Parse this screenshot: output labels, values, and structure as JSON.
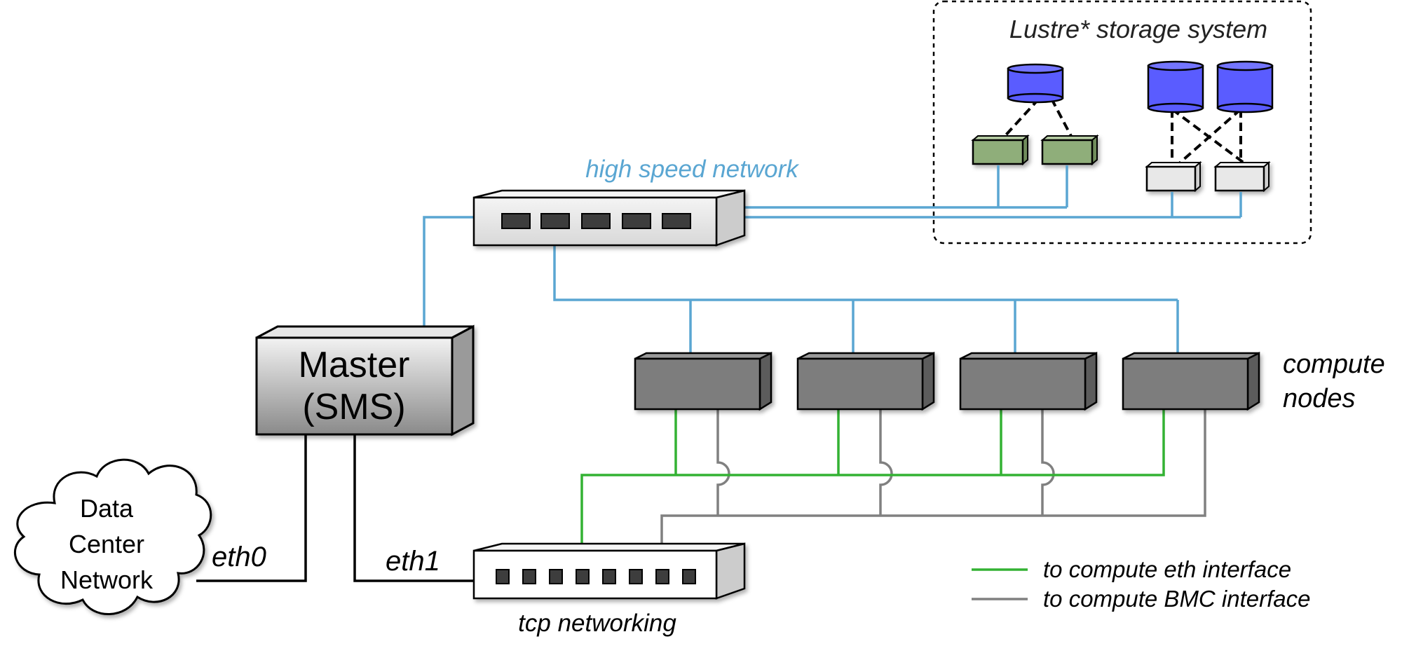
{
  "storage": {
    "title": "Lustre* storage system"
  },
  "network": {
    "high_speed_label": "high speed network",
    "tcp_label": "tcp networking"
  },
  "master": {
    "line1": "Master",
    "line2": "(SMS)"
  },
  "datacenter": {
    "line1": "Data",
    "line2": "Center",
    "line3": "Network"
  },
  "interfaces": {
    "eth0": "eth0",
    "eth1": "eth1"
  },
  "compute": {
    "line1": "compute",
    "line2": "nodes"
  },
  "legend": {
    "eth": {
      "label": "to compute eth interface",
      "color": "#33b233"
    },
    "bmc": {
      "label": "to compute BMC interface",
      "color": "#808080"
    }
  },
  "colors": {
    "high_speed": "#5aa6d2",
    "tcp_eth": "#33b233",
    "bmc": "#808080",
    "disk": "#5a5cff",
    "oss_green": "#8fae7a",
    "compute_node": "#7d7d7d"
  }
}
